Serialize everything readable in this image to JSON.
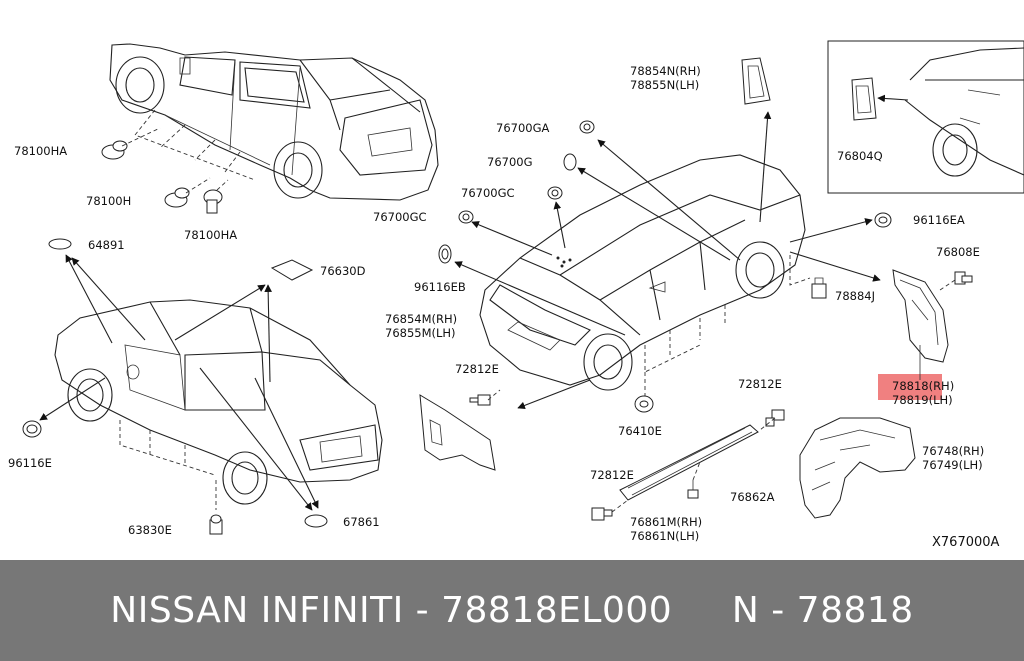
{
  "diagram": {
    "part_labels": [
      {
        "id": "78100HA_top",
        "text": "78100HA"
      },
      {
        "id": "78100H",
        "text": "78100H"
      },
      {
        "id": "78100HA_mid",
        "text": "78100HA"
      },
      {
        "id": "64891",
        "text": "64891"
      },
      {
        "id": "76630D",
        "text": "76630D"
      },
      {
        "id": "96116E",
        "text": "96116E"
      },
      {
        "id": "63830E",
        "text": "63830E"
      },
      {
        "id": "67861",
        "text": "67861"
      },
      {
        "id": "78854N",
        "text": "78854N(RH)"
      },
      {
        "id": "78855N",
        "text": "78855N(LH)"
      },
      {
        "id": "76700GA",
        "text": "76700GA"
      },
      {
        "id": "76700G",
        "text": "76700G"
      },
      {
        "id": "76700GC_a",
        "text": "76700GC"
      },
      {
        "id": "76700GC_b",
        "text": "76700GC"
      },
      {
        "id": "96116EB",
        "text": "96116EB"
      },
      {
        "id": "76854M",
        "text": "76854M(RH)"
      },
      {
        "id": "76855M",
        "text": "76855M(LH)"
      },
      {
        "id": "72812E_a",
        "text": "72812E"
      },
      {
        "id": "76410E",
        "text": "76410E"
      },
      {
        "id": "72812E_b",
        "text": "72812E"
      },
      {
        "id": "72812E_c",
        "text": "72812E"
      },
      {
        "id": "76862A",
        "text": "76862A"
      },
      {
        "id": "76861M",
        "text": "76861M(RH)"
      },
      {
        "id": "76861N",
        "text": "76861N(LH)"
      },
      {
        "id": "76804Q",
        "text": "76804Q"
      },
      {
        "id": "96116EA",
        "text": "96116EA"
      },
      {
        "id": "76808E",
        "text": "76808E"
      },
      {
        "id": "78884J",
        "text": "78884J"
      },
      {
        "id": "78818",
        "text": "78818(RH)"
      },
      {
        "id": "78819",
        "text": "78819(LH)"
      },
      {
        "id": "76748",
        "text": "76748(RH)"
      },
      {
        "id": "76749",
        "text": "76749(LH)"
      }
    ],
    "diagram_code": "X767000A",
    "highlight_color": "#f08080"
  },
  "footer": {
    "text": "NISSAN INFINITI - 78818EL000     N - 78818",
    "background": "#777777",
    "text_color": "#ffffff"
  }
}
